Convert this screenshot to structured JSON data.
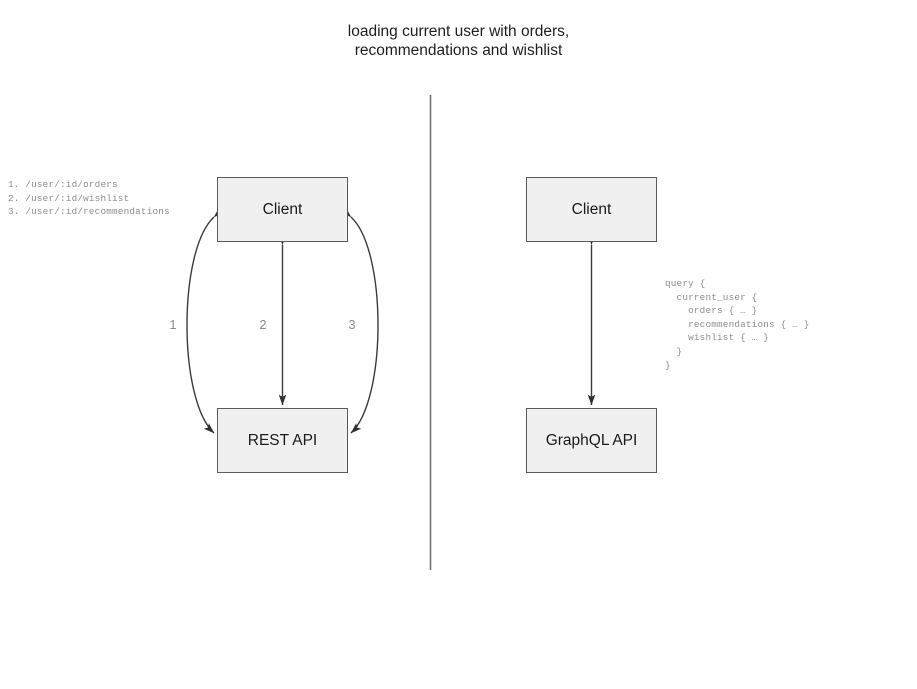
{
  "title": "loading current user with orders,\nrecommendations and wishlist",
  "divider": {
    "orientation": "vertical",
    "color": "#6b6b6b"
  },
  "left_panel": {
    "name": "rest-approach",
    "nodes": [
      {
        "id": "client",
        "label": "Client"
      },
      {
        "id": "rest-api",
        "label": "REST API"
      }
    ],
    "edges": [
      {
        "id": "edge-1",
        "label": "1",
        "style": "curved-left",
        "arrowheads": "both"
      },
      {
        "id": "edge-2",
        "label": "2",
        "style": "straight-vertical",
        "arrowheads": "both"
      },
      {
        "id": "edge-3",
        "label": "3",
        "style": "curved-right",
        "arrowheads": "both"
      }
    ],
    "endpoints_note": "1. /user/:id/orders\n2. /user/:id/wishlist\n3. /user/:id/recommendations"
  },
  "right_panel": {
    "name": "graphql-approach",
    "nodes": [
      {
        "id": "client",
        "label": "Client"
      },
      {
        "id": "graphql-api",
        "label": "GraphQL API"
      }
    ],
    "edges": [
      {
        "id": "edge-query",
        "label": "",
        "style": "straight-vertical",
        "arrowheads": "both"
      }
    ],
    "query_note": "query {\n  current_user {\n    orders { … }\n    recommendations { … }\n    wishlist { … }\n  }\n}"
  },
  "colors": {
    "node_fill": "#f0f0f0",
    "node_stroke": "#5a5a5a",
    "edge_stroke": "#3b3b3b",
    "text": "#1a1a1a",
    "muted_text": "#8d8d8d"
  }
}
